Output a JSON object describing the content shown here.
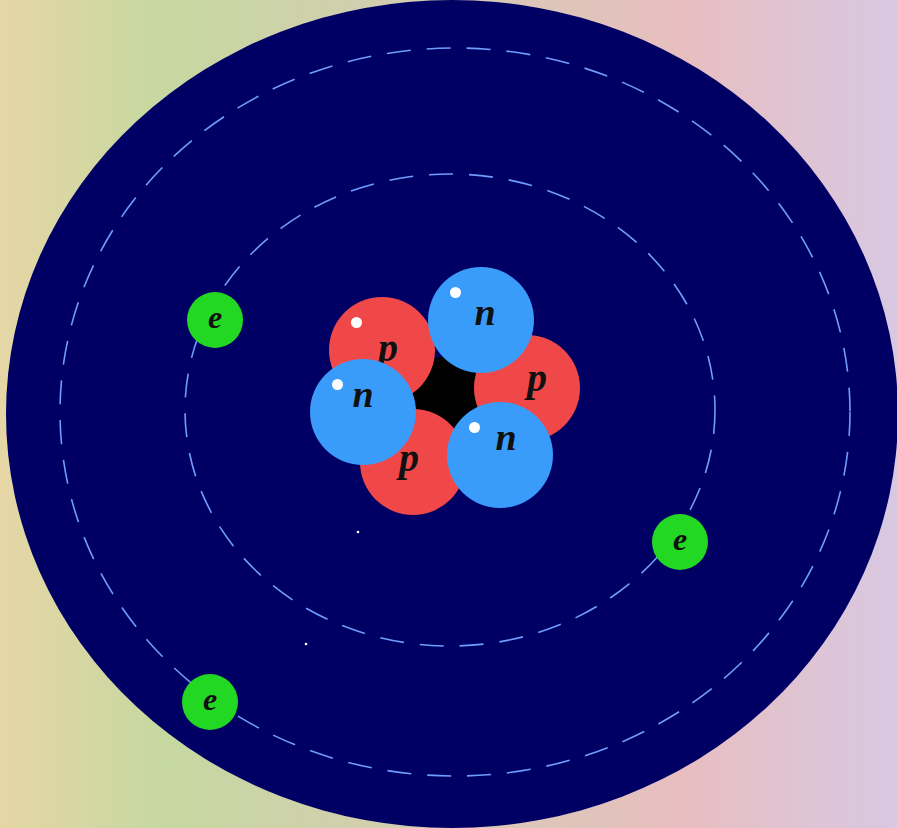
{
  "diagram": {
    "nodes": [
      {
        "text": [
          "n"
        ]
      },
      {
        "text": [
          "e"
        ]
      },
      {
        "text": [
          "p"
        ]
      },
      {
        "text": [
          "p"
        ]
      },
      {
        "text": [
          "n"
        ]
      },
      {
        "text": [
          "n"
        ]
      },
      {
        "text": [
          "p"
        ]
      },
      {
        "text": [
          "e"
        ]
      },
      {
        "text": [
          "e"
        ]
      }
    ]
  }
}
